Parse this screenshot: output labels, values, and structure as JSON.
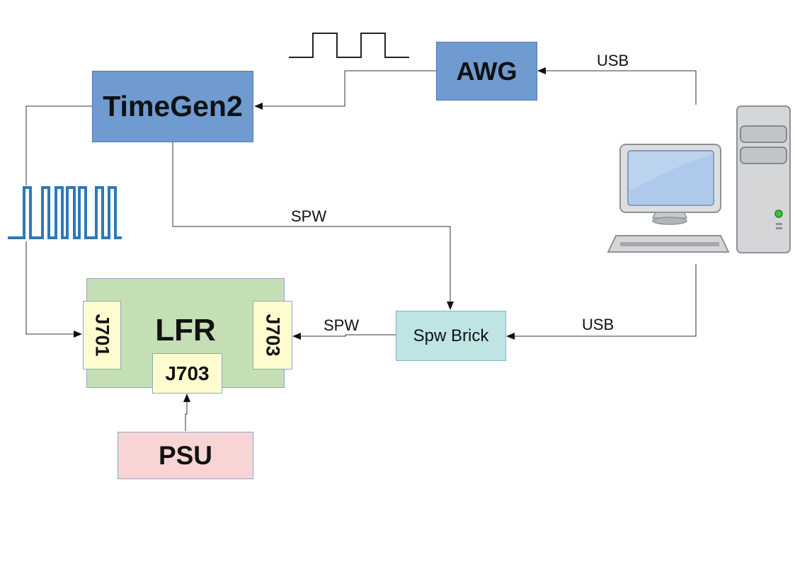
{
  "blocks": {
    "awg": "AWG",
    "timegen": "TimeGen2",
    "lfr": "LFR",
    "j701": "J701",
    "j703_right": "J703",
    "j703_bottom": "J703",
    "psu": "PSU",
    "spw_brick": "Spw Brick"
  },
  "links": {
    "usb_awg": "USB",
    "usb_brick": "USB",
    "spw_timegen_brick": "SPW",
    "spw_brick_lfr": "SPW"
  },
  "icons": {
    "computer": "desktop-computer-icon",
    "square_wave_slow": "square-wave-icon",
    "square_wave_fast": "clock-waveform-icon"
  },
  "colors": {
    "blue_block": "#6f9bd1",
    "green_block": "#c5dfb4",
    "yellow_connector": "#fffdd0",
    "pink_block": "#f9d4d4",
    "teal_block": "#bfe4e4",
    "wave_blue": "#2e78b8"
  }
}
